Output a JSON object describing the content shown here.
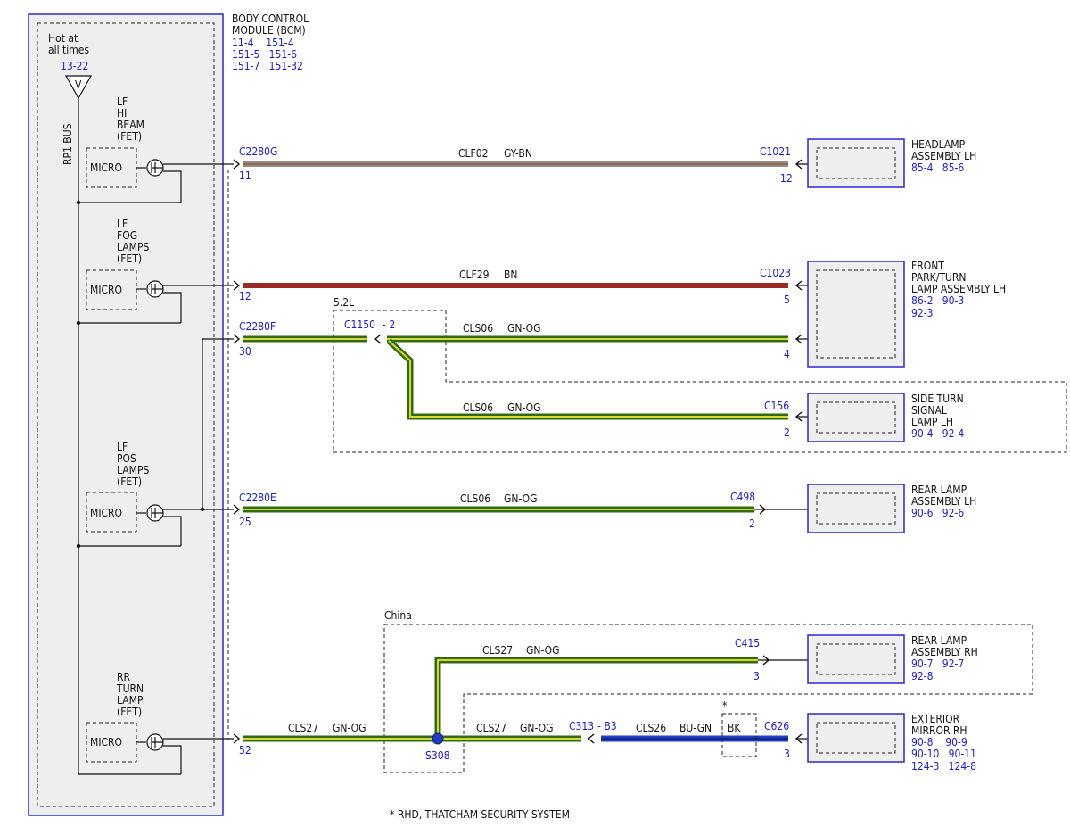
{
  "bcm": {
    "title_line1": "BODY CONTROL",
    "title_line2": "MODULE (BCM)",
    "refs_line1": "11-4    151-4",
    "refs_line2": "151-5   151-6",
    "refs_line3": "151-7   151-32",
    "hot_line1": "Hot at",
    "hot_line2": "all times",
    "hot_ref": "13-22",
    "fuse_symbol": "V",
    "bus_label": "RP1 BUS",
    "micro_label": "MICRO",
    "fets": [
      {
        "l1": "LF",
        "l2": "HI",
        "l3": "BEAM",
        "l4": "(FET)"
      },
      {
        "l1": "LF",
        "l2": "FOG",
        "l3": "LAMPS",
        "l4": "(FET)"
      },
      {
        "l1": "LF",
        "l2": "POS",
        "l3": "LAMPS",
        "l4": "(FET)"
      },
      {
        "l1": "RR",
        "l2": "TURN",
        "l3": "LAMP",
        "l4": "(FET)"
      }
    ]
  },
  "connectors": {
    "c2280g": "C2280G",
    "c2280g_pin": "11",
    "c2280f": "C2280F",
    "c2280f_pin": "30",
    "c2280e": "C2280E",
    "c2280e_pin": "25",
    "bcm_bottom_pin": "12",
    "bcm_last_pin": "52",
    "c1021": "C1021",
    "c1021_pin": "12",
    "c1023": "C1023",
    "c1023_pin5": "5",
    "c1023_pin4": "4",
    "c1150": "C1150",
    "c1150_pin": "- 2",
    "c156": "C156",
    "c156_pin": "2",
    "c498": "C498",
    "c498_pin": "2",
    "c415": "C415",
    "c415_pin": "3",
    "c313": "C313",
    "c313_pin": "- B3",
    "c626": "C626",
    "c626_pin": "3",
    "s308": "S308"
  },
  "wires": {
    "clf02": "CLF02",
    "clf02_color": "GY-BN",
    "clf29": "CLF29",
    "clf29_color": "BN",
    "cls06": "CLS06",
    "cls06_color": "GN-OG",
    "cls27": "CLS27",
    "cls27_color": "GN-OG",
    "cls26": "CLS26",
    "cls26_color": "BU-GN",
    "bk": "BK"
  },
  "options": {
    "engine": "5.2L",
    "market": "China",
    "asterisk": "*",
    "footnote": "* RHD, THATCHAM SECURITY SYSTEM"
  },
  "components": {
    "headlamp": {
      "l1": "HEADLAMP",
      "l2": "ASSEMBLY LH",
      "refs": "85-4   85-6"
    },
    "front_park": {
      "l1": "FRONT",
      "l2": "PARK/TURN",
      "l3": "LAMP ASSEMBLY LH",
      "refs1": "86-2   90-3",
      "refs2": "92-3"
    },
    "side_turn": {
      "l1": "SIDE TURN",
      "l2": "SIGNAL",
      "l3": "LAMP LH",
      "refs": "90-4   92-4"
    },
    "rear_lh": {
      "l1": "REAR LAMP",
      "l2": "ASSEMBLY LH",
      "refs": "90-6   92-6"
    },
    "rear_rh": {
      "l1": "REAR LAMP",
      "l2": "ASSEMBLY RH",
      "refs1": "90-7   92-7",
      "refs2": "92-8"
    },
    "mirror_rh": {
      "l1": "EXTERIOR",
      "l2": "MIRROR RH",
      "refs1": "90-8    90-9",
      "refs2": "90-10   90-11",
      "refs3": "124-3   124-8"
    }
  },
  "colors": {
    "module_border": "#2a2ad0",
    "reference_text": "#1a1ad6",
    "wire_gn_og": "#2f6b12",
    "wire_gy_bn": "#8b8f8a",
    "wire_bn": "#9b2a27",
    "wire_bu_gn": "#1f3cc4"
  }
}
